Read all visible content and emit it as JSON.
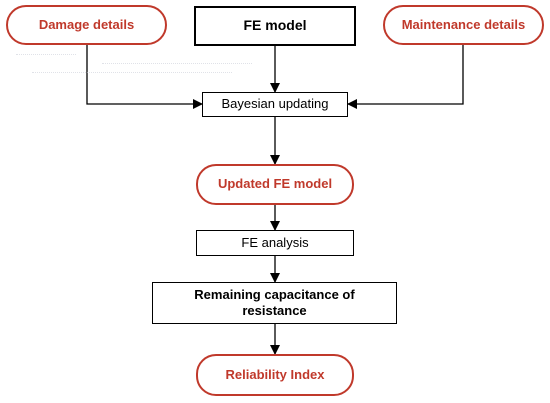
{
  "nodes": {
    "damage_details": "Damage details",
    "fe_model": "FE model",
    "maintenance_details": "Maintenance details",
    "bayesian_updating": "Bayesian updating",
    "updated_fe_model": "Updated FE model",
    "fe_analysis": "FE analysis",
    "remaining_capacitance": "Remaining capacitance of resistance",
    "reliability_index": "Reliability Index"
  },
  "colors": {
    "red_accent": "#c0392b",
    "box_border": "#000000",
    "ghost_text": "#c8cbd6"
  },
  "icons": {
    "connector": "arrow-down-icon"
  }
}
